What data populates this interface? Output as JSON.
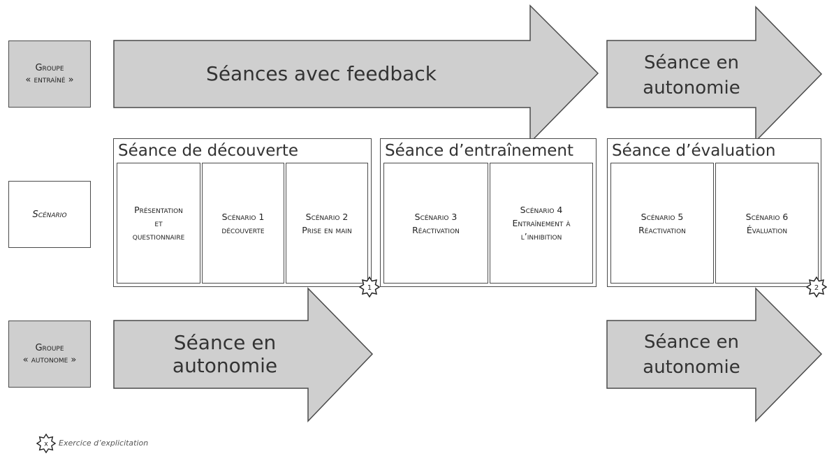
{
  "rows": {
    "trained": {
      "label_line1": "Groupe",
      "label_line2": "« entraîné »"
    },
    "scenario": {
      "label": "Scénario"
    },
    "autonomous": {
      "label_line1": "Groupe",
      "label_line2": "« autonome »"
    }
  },
  "arrows": {
    "feedback": "Séances avec feedback",
    "autonomy_top_line1": "Séance en",
    "autonomy_top_line2": "autonomie",
    "autonomy_mid": "Séance en autonomie",
    "autonomy_bottom_line1": "Séance en",
    "autonomy_bottom_line2": "autonomie"
  },
  "sessions": {
    "discovery": {
      "title": "Séance de découverte",
      "cells": [
        {
          "line1": "Présentation",
          "line2": "et",
          "line3": "questionnaire"
        },
        {
          "line1": "Scénario 1",
          "line2": "découverte"
        },
        {
          "line1": "Scénario 2",
          "line2": "Prise en main"
        }
      ],
      "badge": "1"
    },
    "training": {
      "title": "Séance d’entraînement",
      "cells": [
        {
          "line1": "Scénario 3",
          "line2": "Réactivation"
        },
        {
          "line1": "Scénario 4",
          "line2": "Entraînement à",
          "line3": "l’inhibition"
        }
      ]
    },
    "evaluation": {
      "title": "Séance d’évaluation",
      "cells": [
        {
          "line1": "Scénario 5",
          "line2": "Réactivation"
        },
        {
          "line1": "Scénario 6",
          "line2": "Évaluation"
        }
      ],
      "badge": "2"
    }
  },
  "legend": {
    "badge": "x",
    "text": "Exercice d’explicitation"
  },
  "colors": {
    "arrow_fill": "#cfcfcf",
    "stroke": "#4a4a4a"
  }
}
